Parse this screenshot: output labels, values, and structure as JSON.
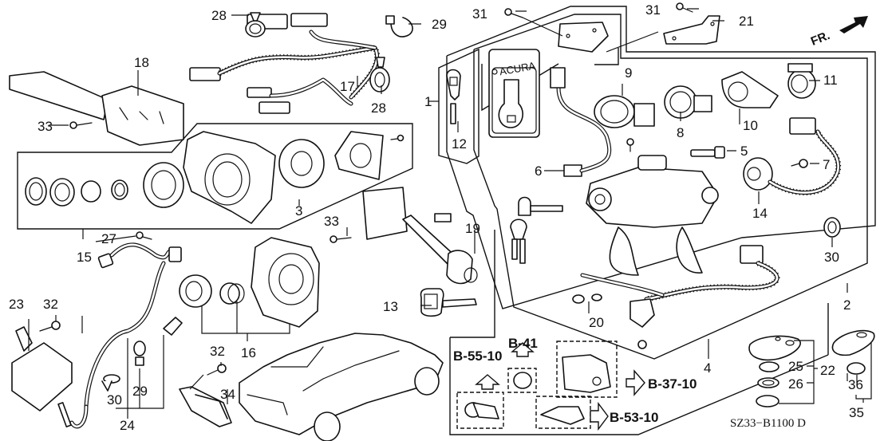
{
  "diagram": {
    "title_code": "SZ33−B1100 D",
    "brand_plate_text": "ACURA",
    "direction_label": "FR.",
    "callouts": [
      {
        "id": "c1",
        "text": "1",
        "part": "key-cylinder-set-group"
      },
      {
        "id": "c2",
        "text": "2",
        "part": "ignition-lock-set-group"
      },
      {
        "id": "c3",
        "text": "3",
        "part": "cable-reel"
      },
      {
        "id": "c4",
        "text": "4",
        "part": "lock-set-group"
      },
      {
        "id": "c5",
        "text": "5",
        "part": "shear-bolt"
      },
      {
        "id": "c6",
        "text": "6",
        "part": "connector"
      },
      {
        "id": "c7",
        "text": "7",
        "part": "screw"
      },
      {
        "id": "c8",
        "text": "8",
        "part": "cylinder-collar"
      },
      {
        "id": "c9",
        "text": "9",
        "part": "key-ring-holder"
      },
      {
        "id": "c10",
        "text": "10",
        "part": "key-light-holder"
      },
      {
        "id": "c11",
        "text": "11",
        "part": "illumination-ring"
      },
      {
        "id": "c12",
        "text": "12",
        "part": "blank-key"
      },
      {
        "id": "c13",
        "text": "13",
        "part": "valet-key"
      },
      {
        "id": "c14",
        "text": "14",
        "part": "ignition-switch"
      },
      {
        "id": "c15",
        "text": "15",
        "part": "combination-switch-body-group"
      },
      {
        "id": "c16",
        "text": "16",
        "part": "cancel-sleeve-group"
      },
      {
        "id": "c17",
        "text": "17",
        "part": "wire-harness"
      },
      {
        "id": "c18",
        "text": "18",
        "part": "wiper-switch"
      },
      {
        "id": "c19",
        "text": "19",
        "part": "lighting-switch"
      },
      {
        "id": "c20",
        "text": "20",
        "part": "bulb"
      },
      {
        "id": "c21",
        "text": "21",
        "part": "bracket"
      },
      {
        "id": "c22",
        "text": "22",
        "part": "transmitter-group"
      },
      {
        "id": "c23",
        "text": "23",
        "part": "immobilizer-unit"
      },
      {
        "id": "c24",
        "text": "24",
        "part": "antenna-group"
      },
      {
        "id": "c25",
        "text": "25",
        "part": "battery"
      },
      {
        "id": "c26",
        "text": "26",
        "part": "o-ring"
      },
      {
        "id": "c27",
        "text": "27",
        "part": "screw"
      },
      {
        "id": "c28a",
        "text": "28",
        "part": "clamp"
      },
      {
        "id": "c28b",
        "text": "28",
        "part": "clamp"
      },
      {
        "id": "c29a",
        "text": "29",
        "part": "clamp"
      },
      {
        "id": "c29b",
        "text": "29",
        "part": "clamp"
      },
      {
        "id": "c30a",
        "text": "30",
        "part": "clip"
      },
      {
        "id": "c30b",
        "text": "30",
        "part": "clip"
      },
      {
        "id": "c31a",
        "text": "31",
        "part": "bolt"
      },
      {
        "id": "c31b",
        "text": "31",
        "part": "bolt"
      },
      {
        "id": "c32a",
        "text": "32",
        "part": "bolt"
      },
      {
        "id": "c32b",
        "text": "32",
        "part": "bolt"
      },
      {
        "id": "c33a",
        "text": "33",
        "part": "screw"
      },
      {
        "id": "c33b",
        "text": "33",
        "part": "screw"
      },
      {
        "id": "c34",
        "text": "34",
        "part": "sensor"
      },
      {
        "id": "c35",
        "text": "35",
        "part": "transmitter-case-group"
      },
      {
        "id": "c36",
        "text": "36",
        "part": "battery"
      }
    ],
    "references": [
      {
        "id": "r1",
        "text": "B-55-10"
      },
      {
        "id": "r2",
        "text": "B-41"
      },
      {
        "id": "r3",
        "text": "B-37-10"
      },
      {
        "id": "r4",
        "text": "B-53-10"
      }
    ]
  }
}
